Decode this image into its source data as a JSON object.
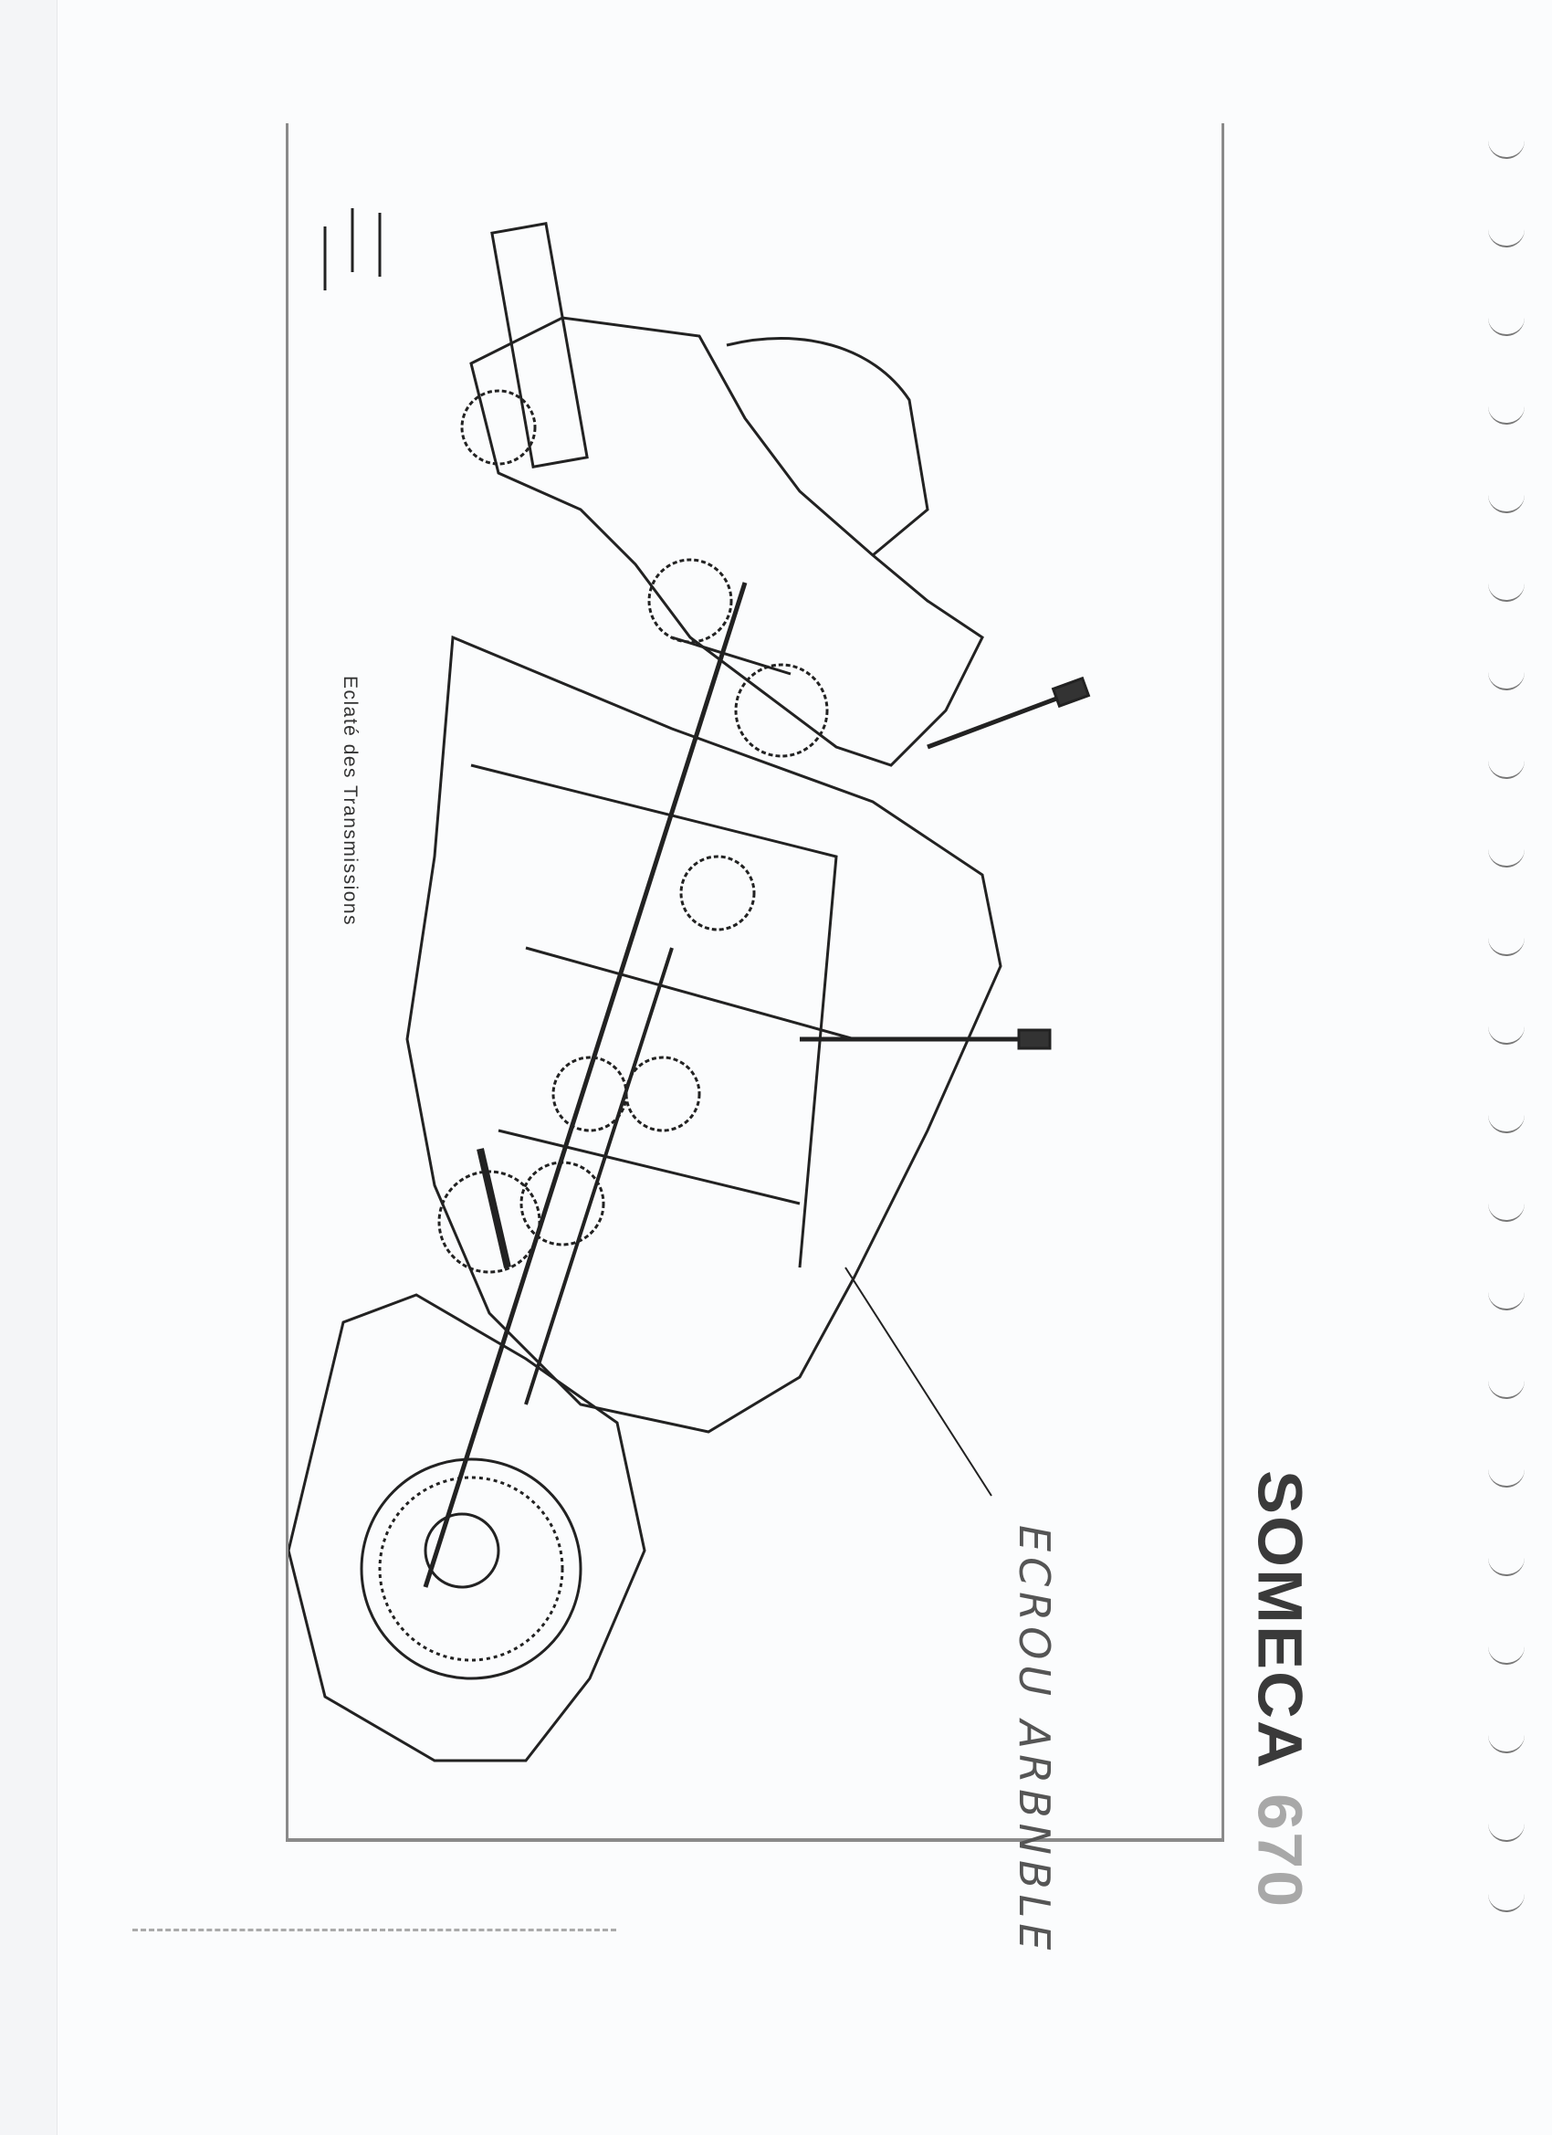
{
  "document": {
    "caption": "Eclaté des Transmissions",
    "brand": "SOMECA",
    "model": "670",
    "handwritten_note": "ECROU ARBNBLE",
    "figure_description_icon": "transmission-cutaway-drawing"
  }
}
